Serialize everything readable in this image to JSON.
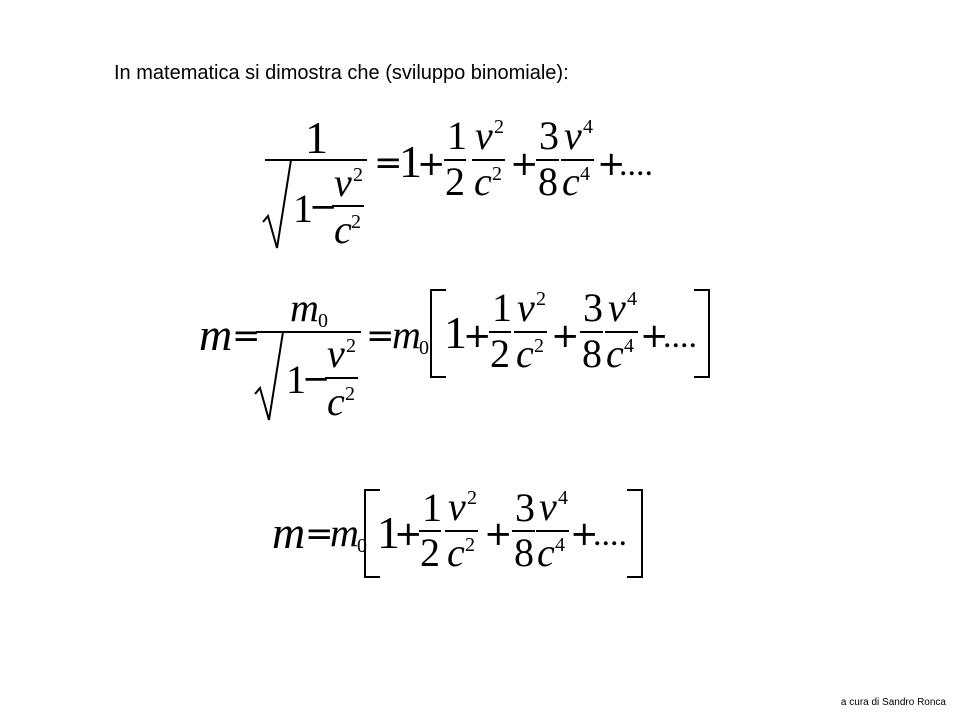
{
  "slide": {
    "heading": "In matematica si dimostra che (sviluppo binomiale):",
    "footer": "a cura di Sandro Ronca"
  },
  "symbols": {
    "one": "1",
    "two": "2",
    "three": "3",
    "eight": "8",
    "v": "v",
    "c": "c",
    "m": "m",
    "sub_zero": "0",
    "exp_2": "2",
    "exp_4": "4",
    "equals": "=",
    "plus": "+",
    "minus": "−",
    "ellipsis": "...."
  }
}
